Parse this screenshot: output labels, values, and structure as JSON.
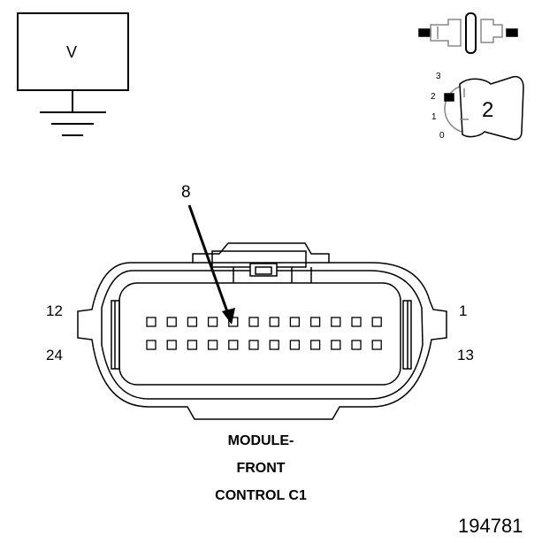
{
  "meter": {
    "label": "V"
  },
  "key_switch": {
    "positions": [
      "3",
      "2",
      "1",
      "0"
    ],
    "selected": "2"
  },
  "connector": {
    "callout_pin": "8",
    "pin_labels": {
      "top_left": "12",
      "top_right": "1",
      "bottom_left": "24",
      "bottom_right": "13"
    },
    "caption_lines": [
      "MODULE-",
      "FRONT",
      "CONTROL C1"
    ],
    "pin_rows": 2,
    "pins_per_row": 12
  },
  "figure_number": "194781"
}
